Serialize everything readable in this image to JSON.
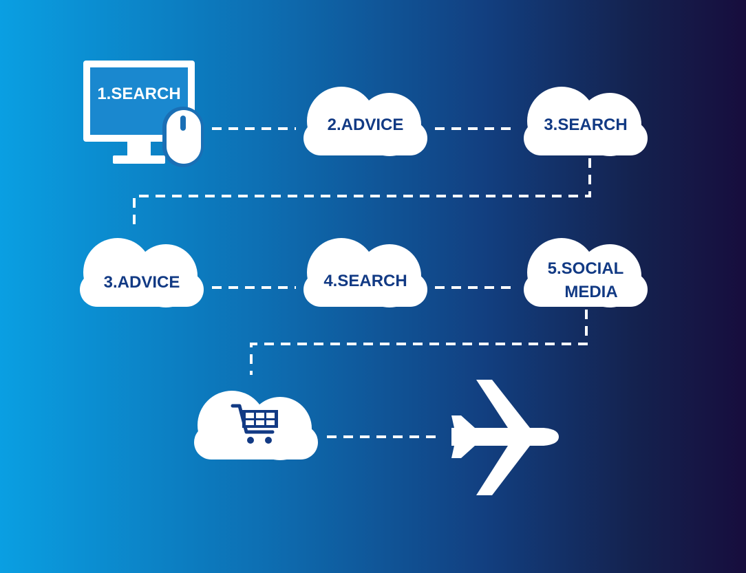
{
  "steps": {
    "step1": "1.SEARCH",
    "step2": "2.ADVICE",
    "step3": "3.SEARCH",
    "step4": "3.ADVICE",
    "step5": "4.SEARCH",
    "step6_line1": "5.SOCIAL",
    "step6_line2": "MEDIA"
  },
  "icons": {
    "computer": "computer-monitor-with-mouse-icon",
    "cloud": "cloud-icon",
    "cart": "shopping-cart-icon",
    "plane": "airplane-icon"
  },
  "colors": {
    "background_left": "#0a9fe2",
    "background_right": "#170d3d",
    "cloud_fill": "#ffffff",
    "label_text": "#123a84",
    "connector": "#ffffff"
  }
}
